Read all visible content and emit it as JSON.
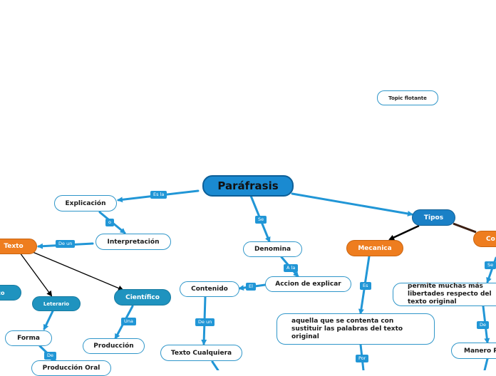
{
  "central": "Paráfrasis",
  "floating_topic": "Topic flotante",
  "nodes": {
    "explicacion": "Explicación",
    "interpretacion": "Interpretación",
    "texto": "Texto",
    "lterario_partial": "ico",
    "leterario": "Leterario",
    "cientifico": "Científico",
    "forma": "Forma",
    "produccion_oral": "Producción Oral",
    "produccion": "Producción",
    "contenido": "Contenido",
    "texto_cualquiera": "Texto Cualquiera",
    "denomina": "Denomina",
    "accion": "Accion de explicar",
    "tipos": "Tipos",
    "mecanica": "Mecanica",
    "constructiva_partial": "Co",
    "aquella": "aquella que se contenta con sustituir las palabras del texto original",
    "permite": "permite muchas más libertades respecto del texto original",
    "manera": "Manero P"
  },
  "labels": {
    "es_la": "Es la",
    "o": "o",
    "de_un_texto": "De un",
    "se": "Se",
    "a_la": "A la",
    "el": "El",
    "de_un_contenido": "De un",
    "una": "Una",
    "de_forma": "De",
    "es_mecanica": "Es",
    "se_constructiva": "Se",
    "de_permite": "De",
    "por": "Por"
  },
  "colors": {
    "connector": "#2196d6",
    "central": "#1a8ad1",
    "tipos": "#1a80c6",
    "orange": "#ee7d1f",
    "teal": "#1f93bf"
  }
}
